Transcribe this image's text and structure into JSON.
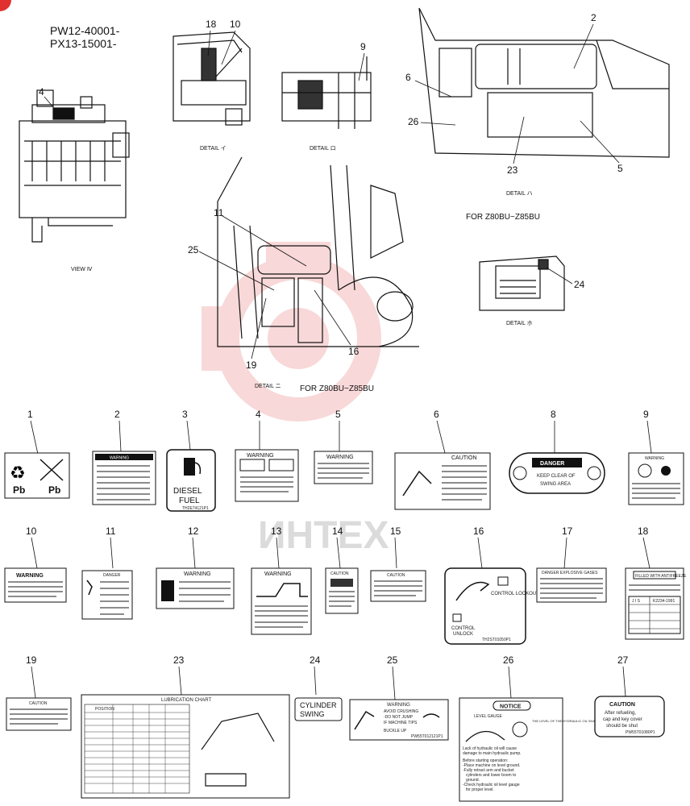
{
  "header": {
    "serial_1": "PW12-40001-",
    "serial_2": "PX13-15001-"
  },
  "views": {
    "view_iv": "VIEW Ⅳ",
    "detail_i": "DETAIL イ",
    "detail_ro": "DETAIL ロ",
    "detail_ha": "DETAIL ハ",
    "detail_ni": "DETAIL ニ",
    "detail_ho": "DETAIL ホ",
    "for_model_1": "FOR Z80BU~Z85BU",
    "for_model_2": "FOR Z80BU~Z85BU"
  },
  "callouts": {
    "c2": "2",
    "c4": "4",
    "c5": "5",
    "c6": "6",
    "c9": "9",
    "c10": "10",
    "c11": "11",
    "c16": "16",
    "c18": "18",
    "c19": "19",
    "c23": "23",
    "c24": "24",
    "c25": "25",
    "c26": "26"
  },
  "labels": {
    "n1": "1",
    "n2": "2",
    "n3": "3",
    "n4": "4",
    "n5": "5",
    "n6": "6",
    "n8": "8",
    "n9": "9",
    "n10": "10",
    "n11": "11",
    "n12": "12",
    "n13": "13",
    "n14": "14",
    "n15": "15",
    "n16": "16",
    "n17": "17",
    "n18": "18",
    "n19": "19",
    "n23": "23",
    "n24": "24",
    "n25": "25",
    "n26": "26",
    "n27": "27"
  },
  "decals": {
    "d1": {
      "left": "Pb",
      "right": "Pb"
    },
    "d2": {
      "title": "WARNING"
    },
    "d3": {
      "line1": "DIESEL",
      "line2": "FUEL",
      "code": "TH2E74121P1"
    },
    "d4": {
      "title": "WARNING"
    },
    "d5": {
      "title": "WARNING"
    },
    "d6": {
      "title": "CAUTION"
    },
    "d8": {
      "title": "DANGER",
      "line1": "KEEP CLEAR OF",
      "line2": "SWING  AREA"
    },
    "d9": {
      "title": "WARNING"
    },
    "d10": {
      "title": "WARNING"
    },
    "d11": {
      "title": "DANGER"
    },
    "d12": {
      "title": "WARNING"
    },
    "d13": {
      "title": "WARNING"
    },
    "d14": {
      "title": "CAUTION"
    },
    "d15": {
      "title": "CAUTION"
    },
    "d16": {
      "lock": "CONTROL\nLOCKOUT",
      "unlock_1": "CONTROL",
      "unlock_2": "UNLOCK",
      "code": "TH2ST01050P1"
    },
    "d17": {
      "title": "DANGER EXPLOSIVE GASES"
    },
    "d18": {
      "title": "FILLED WITH ANTIFREEZE",
      "cols": [
        "J I S",
        "K2234-1991"
      ]
    },
    "d19": {
      "title": "CAUTION"
    },
    "d23": {
      "title": "LUBRICATION CHART",
      "col_head": "POSITION"
    },
    "d24": {
      "line1": "CYLINDER",
      "line2": "SWING"
    },
    "d25": {
      "title": "WARNING",
      "l1": "AVOID CRUSHING",
      "l2": "-DO NOT JUMP",
      "l3": "IF MACHINE TIPS",
      "l4": "BUCKLE UP",
      "code": "PW55T012121P1"
    },
    "d26": {
      "title": "NOTICE",
      "level": "LEVEL GAUGE",
      "side": "THE LEVEL OF THE HYDRAULIC OIL SHALL BE ON LEVEL GAUGE",
      "l1": "Lack of hydraulic oil will cause",
      "l2": "damage to main hydraulic pump.",
      "l3": "Before starting operation:",
      "l4": "-Place machine on level ground.",
      "l5": "-Fully retract arm and bucket",
      "l6": "cylinders and lower boom to",
      "l7": "ground.",
      "l8": "-Check hydraulic oil level gauge",
      "l9": "for proper level."
    },
    "d27": {
      "title": "CAUTION",
      "l1": "After refueling,",
      "l2": "cap and key cover",
      "l3": "should be shut",
      "code": "PW55T01080P1"
    }
  },
  "watermark": {
    "text": "ИНТЕХ",
    "color": "#e05050"
  }
}
